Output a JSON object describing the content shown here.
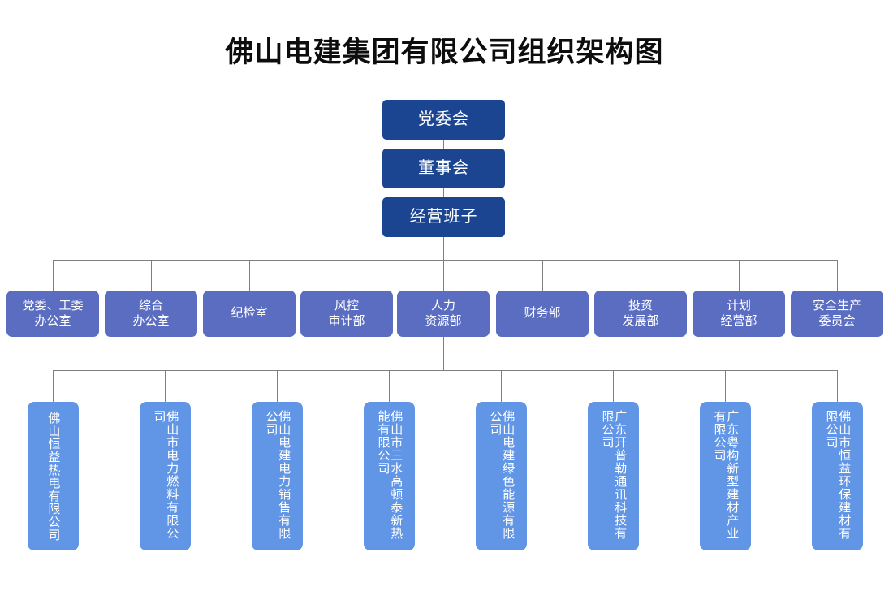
{
  "title": "佛山电建集团有限公司组织架构图",
  "colors": {
    "level1_box": "#1B4491",
    "level2_box": "#5B6DC0",
    "level3_box": "#6195E5",
    "connector": "#7F7F7F",
    "title_text": "#0D0D0D",
    "box_text": "#FFFFFF",
    "background": "#FFFFFF"
  },
  "level1": [
    {
      "label": "党委会"
    },
    {
      "label": "董事会"
    },
    {
      "label": "经营班子"
    }
  ],
  "level2": [
    {
      "label": "党委、工委\n办公室"
    },
    {
      "label": "综合\n办公室"
    },
    {
      "label": "纪检室"
    },
    {
      "label": "风控\n审计部"
    },
    {
      "label": "人力\n资源部"
    },
    {
      "label": "财务部"
    },
    {
      "label": "投资\n发展部"
    },
    {
      "label": "计划\n经营部"
    },
    {
      "label": "安全生产\n委员会"
    }
  ],
  "level3": [
    {
      "label": "佛山恒益热电有限公司"
    },
    {
      "label": "佛山市电力燃料有限公司"
    },
    {
      "label": "佛山电建电力销售有限公司"
    },
    {
      "label": "佛山市三水高顿泰新热能有限公司"
    },
    {
      "label": "佛山电建绿色能源有限公司"
    },
    {
      "label": "广东开普勒通讯科技有限公司"
    },
    {
      "label": "广东粤构新型建材产业有限公司"
    },
    {
      "label": "佛山市恒益环保建材有限公司"
    }
  ]
}
